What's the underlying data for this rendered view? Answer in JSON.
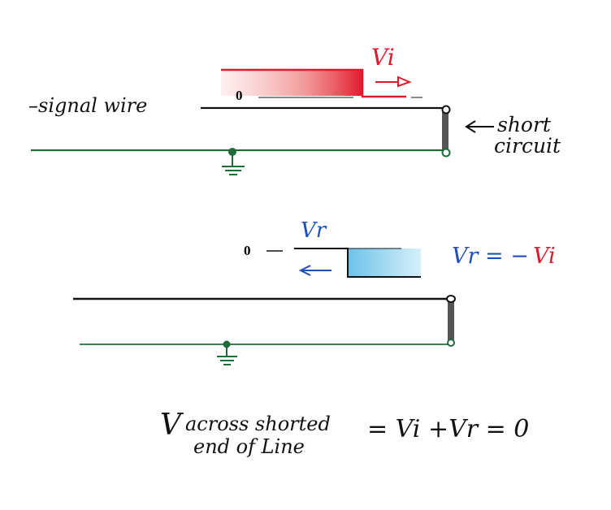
{
  "labels": {
    "signal_wire": "–signal wire",
    "zero_top": "0",
    "vi_top": "Vi",
    "short_line1": "short",
    "short_line2": "circuit",
    "vr_pulse": "Vr",
    "zero_bottom": "0",
    "eq_vr": "Vr = −",
    "eq_vi": "Vi",
    "bottom_v": "V",
    "bottom_across": "across shorted",
    "bottom_end": "end of Line",
    "bottom_eq": "= Vi +Vr = 0"
  },
  "colors": {
    "black": "#111111",
    "green": "#1f6b3a",
    "red": "#e0192d",
    "blue": "#1f4fb5",
    "blue_fill": "#9fd8ee",
    "red_fill": "#e8282f",
    "short_gray": "#555555"
  }
}
